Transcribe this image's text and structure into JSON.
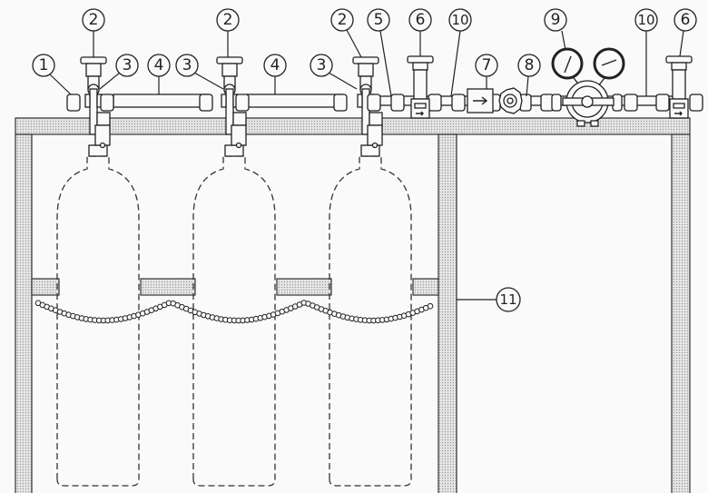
{
  "diagram": {
    "title": "Gas cylinder manifold rack",
    "callouts": {
      "c1": "1",
      "c2a": "2",
      "c2b": "2",
      "c2c": "2",
      "c3a": "3",
      "c3b": "3",
      "c3c": "3",
      "c4a": "4",
      "c4b": "4",
      "c5": "5",
      "c6a": "6",
      "c6b": "6",
      "c7": "7",
      "c8": "8",
      "c9": "9",
      "c10a": "10",
      "c10b": "10",
      "c11": "11"
    },
    "colors": {
      "line": "#222222",
      "background": "#fafafa"
    }
  }
}
